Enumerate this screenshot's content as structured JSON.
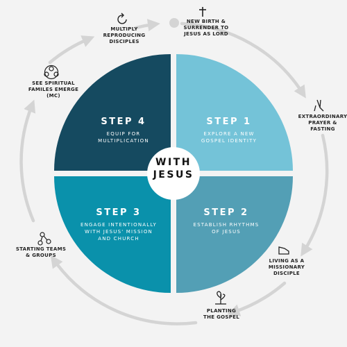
{
  "center": {
    "text": "WITH\nJESUS"
  },
  "quadrants": [
    {
      "id": "step1",
      "title": "STEP 1",
      "desc": "EXPLORE A NEW\nGOSPEL IDENTITY",
      "color": "#74c3d8"
    },
    {
      "id": "step2",
      "title": "STEP 2",
      "desc": "ESTABLISH RHYTHMS\nOF JESUS",
      "color": "#539fb5"
    },
    {
      "id": "step3",
      "title": "STEP 3",
      "desc": "ENGAGE INTENTIONALLY\nWITH JESUS' MISSION\nAND CHURCH",
      "color": "#0a91ab"
    },
    {
      "id": "step4",
      "title": "STEP 4",
      "desc": "EQUIP FOR\nMULTIPLICATION",
      "color": "#154a60"
    }
  ],
  "cycle_labels": [
    {
      "id": "new-birth",
      "text": "NEW BIRTH &\nSURRENDER TO\nJESUS AS LORD",
      "icon": "cross-icon"
    },
    {
      "id": "prayer",
      "text": "EXTRAORDINARY\nPRAYER &\nFASTING",
      "icon": "praying-hands-icon"
    },
    {
      "id": "missionary",
      "text": "LIVING AS A\nMISSIONARY\nDISCIPLE",
      "icon": "shoe-icon"
    },
    {
      "id": "planting",
      "text": "PLANTING\nTHE GOSPEL",
      "icon": "sprout-icon"
    },
    {
      "id": "teams",
      "text": "STARTING TEAMS\n& GROUPS",
      "icon": "network-icon"
    },
    {
      "id": "families",
      "text": "SEE SPIRITUAL\nFAMILES EMERGE\n(MC)",
      "icon": "people-group-icon"
    },
    {
      "id": "multiply",
      "text": "MULTIPLY\nREPRODUCING\nDISCIPLES",
      "icon": "refresh-icon"
    }
  ],
  "colors": {
    "background": "#f3f3f3",
    "ring": "#d4d4d4",
    "text": "#222222",
    "center_fill": "#ffffff"
  }
}
